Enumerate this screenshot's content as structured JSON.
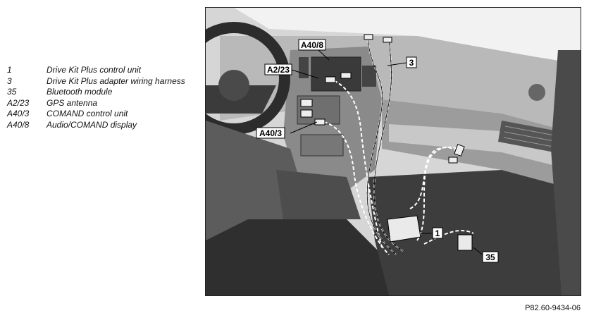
{
  "legend": [
    {
      "code": "1",
      "description": "Drive Kit Plus control unit"
    },
    {
      "code": "3",
      "description": "Drive Kit Plus adapter wiring harness"
    },
    {
      "code": "35",
      "description": "Bluetooth module"
    },
    {
      "code": "A2/23",
      "description": "GPS antenna"
    },
    {
      "code": "A40/3",
      "description": "COMAND control unit"
    },
    {
      "code": "A40/8",
      "description": "Audio/COMAND display"
    }
  ],
  "callouts": {
    "a40_8": "A40/8",
    "a2_23": "A2/23",
    "a40_3": "A40/3",
    "c3": "3",
    "c1": "1",
    "c35": "35"
  },
  "figure_ref": "P82.60-9434-06"
}
